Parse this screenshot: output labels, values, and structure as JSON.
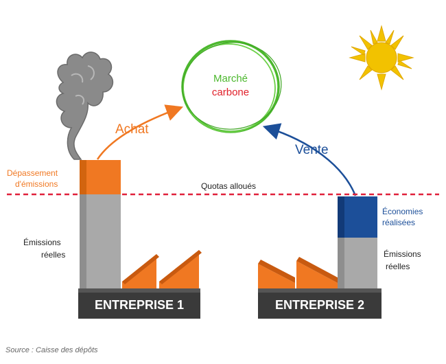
{
  "market": {
    "line1": "Marché",
    "line2": "carbone"
  },
  "arrows": {
    "buy_label": "Achat",
    "sell_label": "Vente"
  },
  "quota_label": "Quotas alloués",
  "company1": {
    "name": "ENTREPRISE 1",
    "excess_label_line1": "Dépassement",
    "excess_label_line2": "d'émissions",
    "actual_label_line1": "Émissions",
    "actual_label_line2": "réelles"
  },
  "company2": {
    "name": "ENTREPRISE 2",
    "savings_label_line1": "Économies",
    "savings_label_line2": "réalisées",
    "actual_label_line1": "Émissions",
    "actual_label_line2": "réelles"
  },
  "source": "Source : Caisse des dépôts",
  "colors": {
    "orange": "#f07822",
    "green": "#4cb82e",
    "red": "#e0202a",
    "blue": "#1c4f99",
    "grey": "#a9a9a9",
    "dark": "#3a3a3a",
    "quota_line": "#e0203a",
    "sun": "#f2c200"
  }
}
